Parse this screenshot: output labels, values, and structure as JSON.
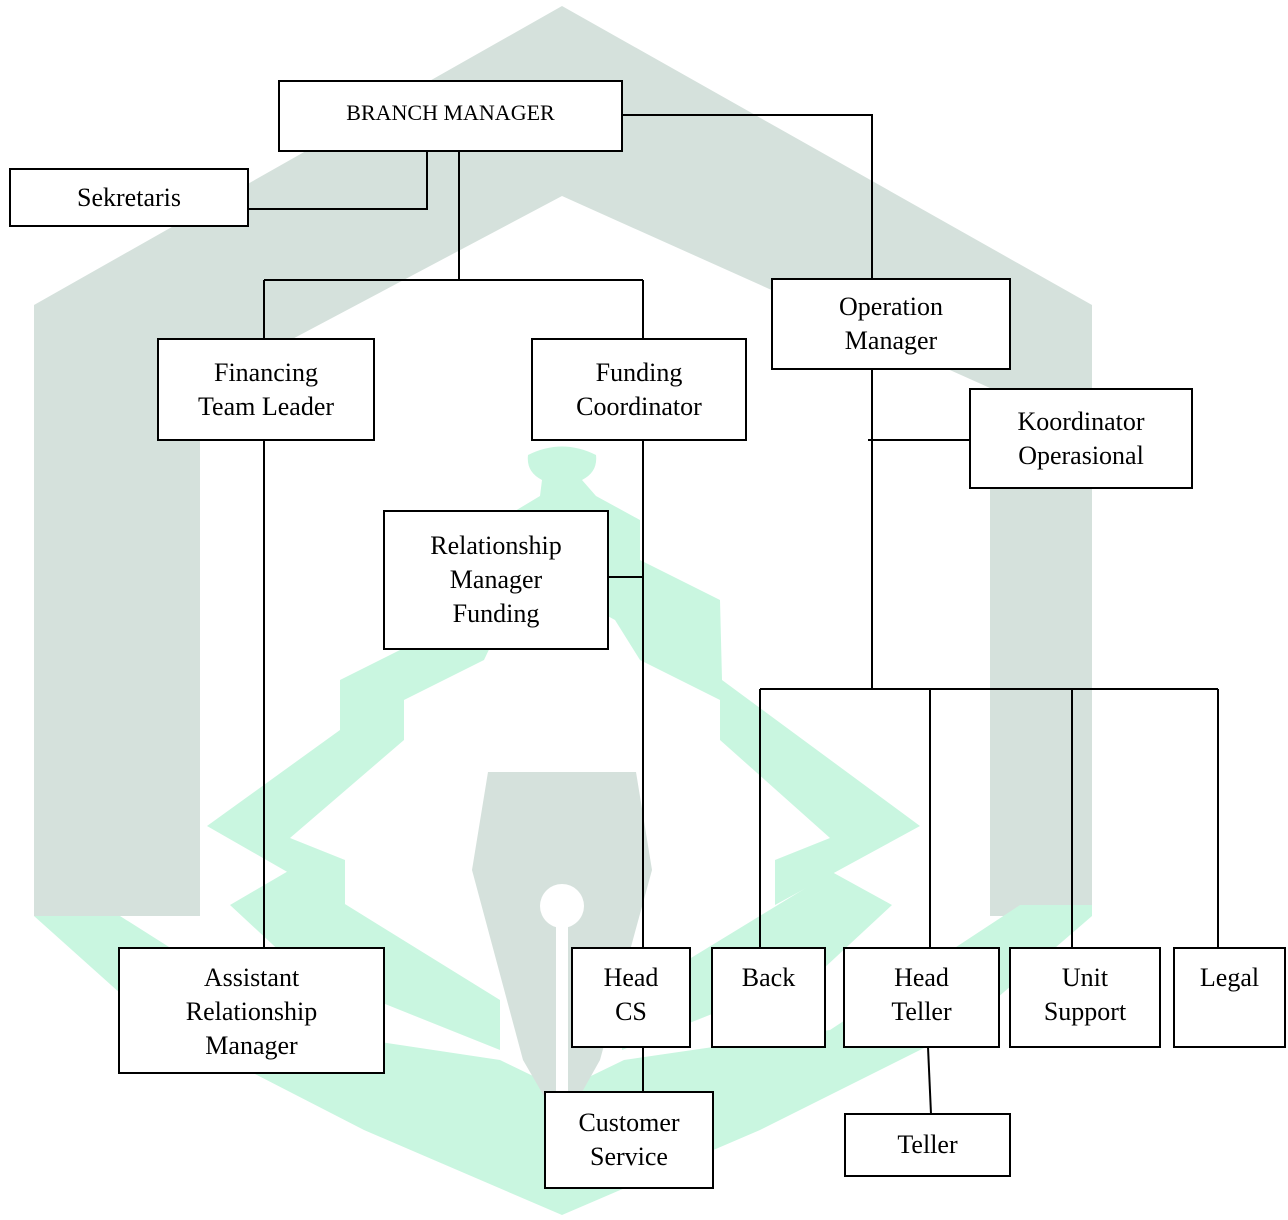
{
  "colors": {
    "watermark_gray": "#d5e1dc",
    "watermark_green": "#c9f6e0",
    "line": "#000000",
    "box_border": "#000000"
  },
  "nodes": {
    "branch_manager": "BRANCH MANAGER",
    "sekretaris": "Sekretaris",
    "financing_team_leader": "Financing\nTeam Leader",
    "funding_coordinator": "Funding\nCoordinator",
    "operation_manager": "Operation\nManager",
    "koordinator_operasional": "Koordinator\nOperasional",
    "relationship_manager_funding": "Relationship\nManager\nFunding",
    "assistant_relationship_manager": "Assistant\nRelationship\nManager",
    "head_cs": "Head\nCS",
    "customer_service": "Customer\nService",
    "back": "Back",
    "head_teller": "Head\nTeller",
    "unit_support": "Unit\nSupport",
    "legal": "Legal",
    "teller": "Teller"
  }
}
